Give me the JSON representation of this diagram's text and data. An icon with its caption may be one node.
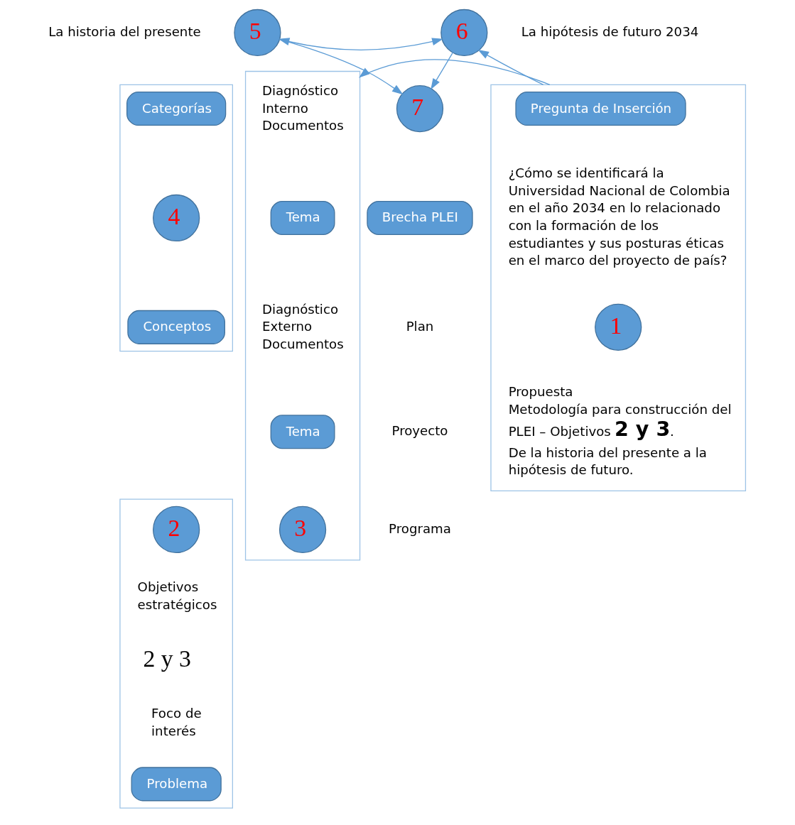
{
  "diagram": {
    "nodes": [
      {
        "text": [
          "5"
        ],
        "beside": [
          "La historia del presente"
        ]
      },
      {
        "text": [
          "6"
        ],
        "beside": [
          "La hipótesis de futuro 2034"
        ]
      },
      {
        "text": [],
        "shape": "box"
      },
      {
        "text": [
          "Categorías"
        ],
        "in": 2
      },
      {
        "text": [
          "4"
        ],
        "in": 2
      },
      {
        "text": [
          "Conceptos"
        ],
        "in": 2
      },
      {
        "text": [],
        "shape": "box"
      },
      {
        "text": [
          "2"
        ],
        "in": 6
      },
      {
        "text": [
          "Objetivos estratégicos"
        ],
        "in": 6
      },
      {
        "text": [
          "2 y 3"
        ],
        "in": 6
      },
      {
        "text": [
          "Foco de interés"
        ],
        "in": 6
      },
      {
        "text": [
          "Problema"
        ],
        "in": 6
      },
      {
        "text": [],
        "shape": "box"
      },
      {
        "text": [
          "Diagnóstico Interno Documentos"
        ],
        "in": 12
      },
      {
        "text": [
          "Tema"
        ],
        "in": 12
      },
      {
        "text": [
          "Diagnóstico Externo Documentos"
        ],
        "in": 12
      },
      {
        "text": [
          "Tema"
        ],
        "in": 12
      },
      {
        "text": [
          "3"
        ],
        "in": 12
      },
      {
        "text": [
          "7"
        ]
      },
      {
        "text": [
          "Brecha PLEI"
        ]
      },
      {
        "text": [],
        "shape": "box"
      },
      {
        "text": [
          "Pregunta de Inserción"
        ],
        "in": 20
      },
      {
        "text": [
          "¿Cómo se identificará la Universidad Nacional de Colombia en el año 2034 en lo relacionado con la formación de los estudiantes y sus posturas éticas en el marco del proyecto de país?"
        ],
        "in": 20
      },
      {
        "text": [
          "1"
        ],
        "in": 20
      },
      {
        "text": [
          "Propuesta",
          "Metodología para construcción del PLEI – Objetivos **2 y 3**.",
          "De la historia del presente a la hipótesis de futuro."
        ],
        "in": 20
      }
    ],
    "edges": [
      {
        "from": 0,
        "to": 1,
        "arrow": "both"
      },
      {
        "from": 0,
        "to": 18,
        "arrow": "to"
      },
      {
        "from": 1,
        "to": 18,
        "arrow": "to"
      },
      {
        "from": 20,
        "to": 1,
        "arrow": "to"
      },
      {
        "from": 20,
        "to": 12,
        "arrow": "to"
      }
    ],
    "labels": [
      "Plan",
      "Proyecto",
      "Programa"
    ]
  }
}
